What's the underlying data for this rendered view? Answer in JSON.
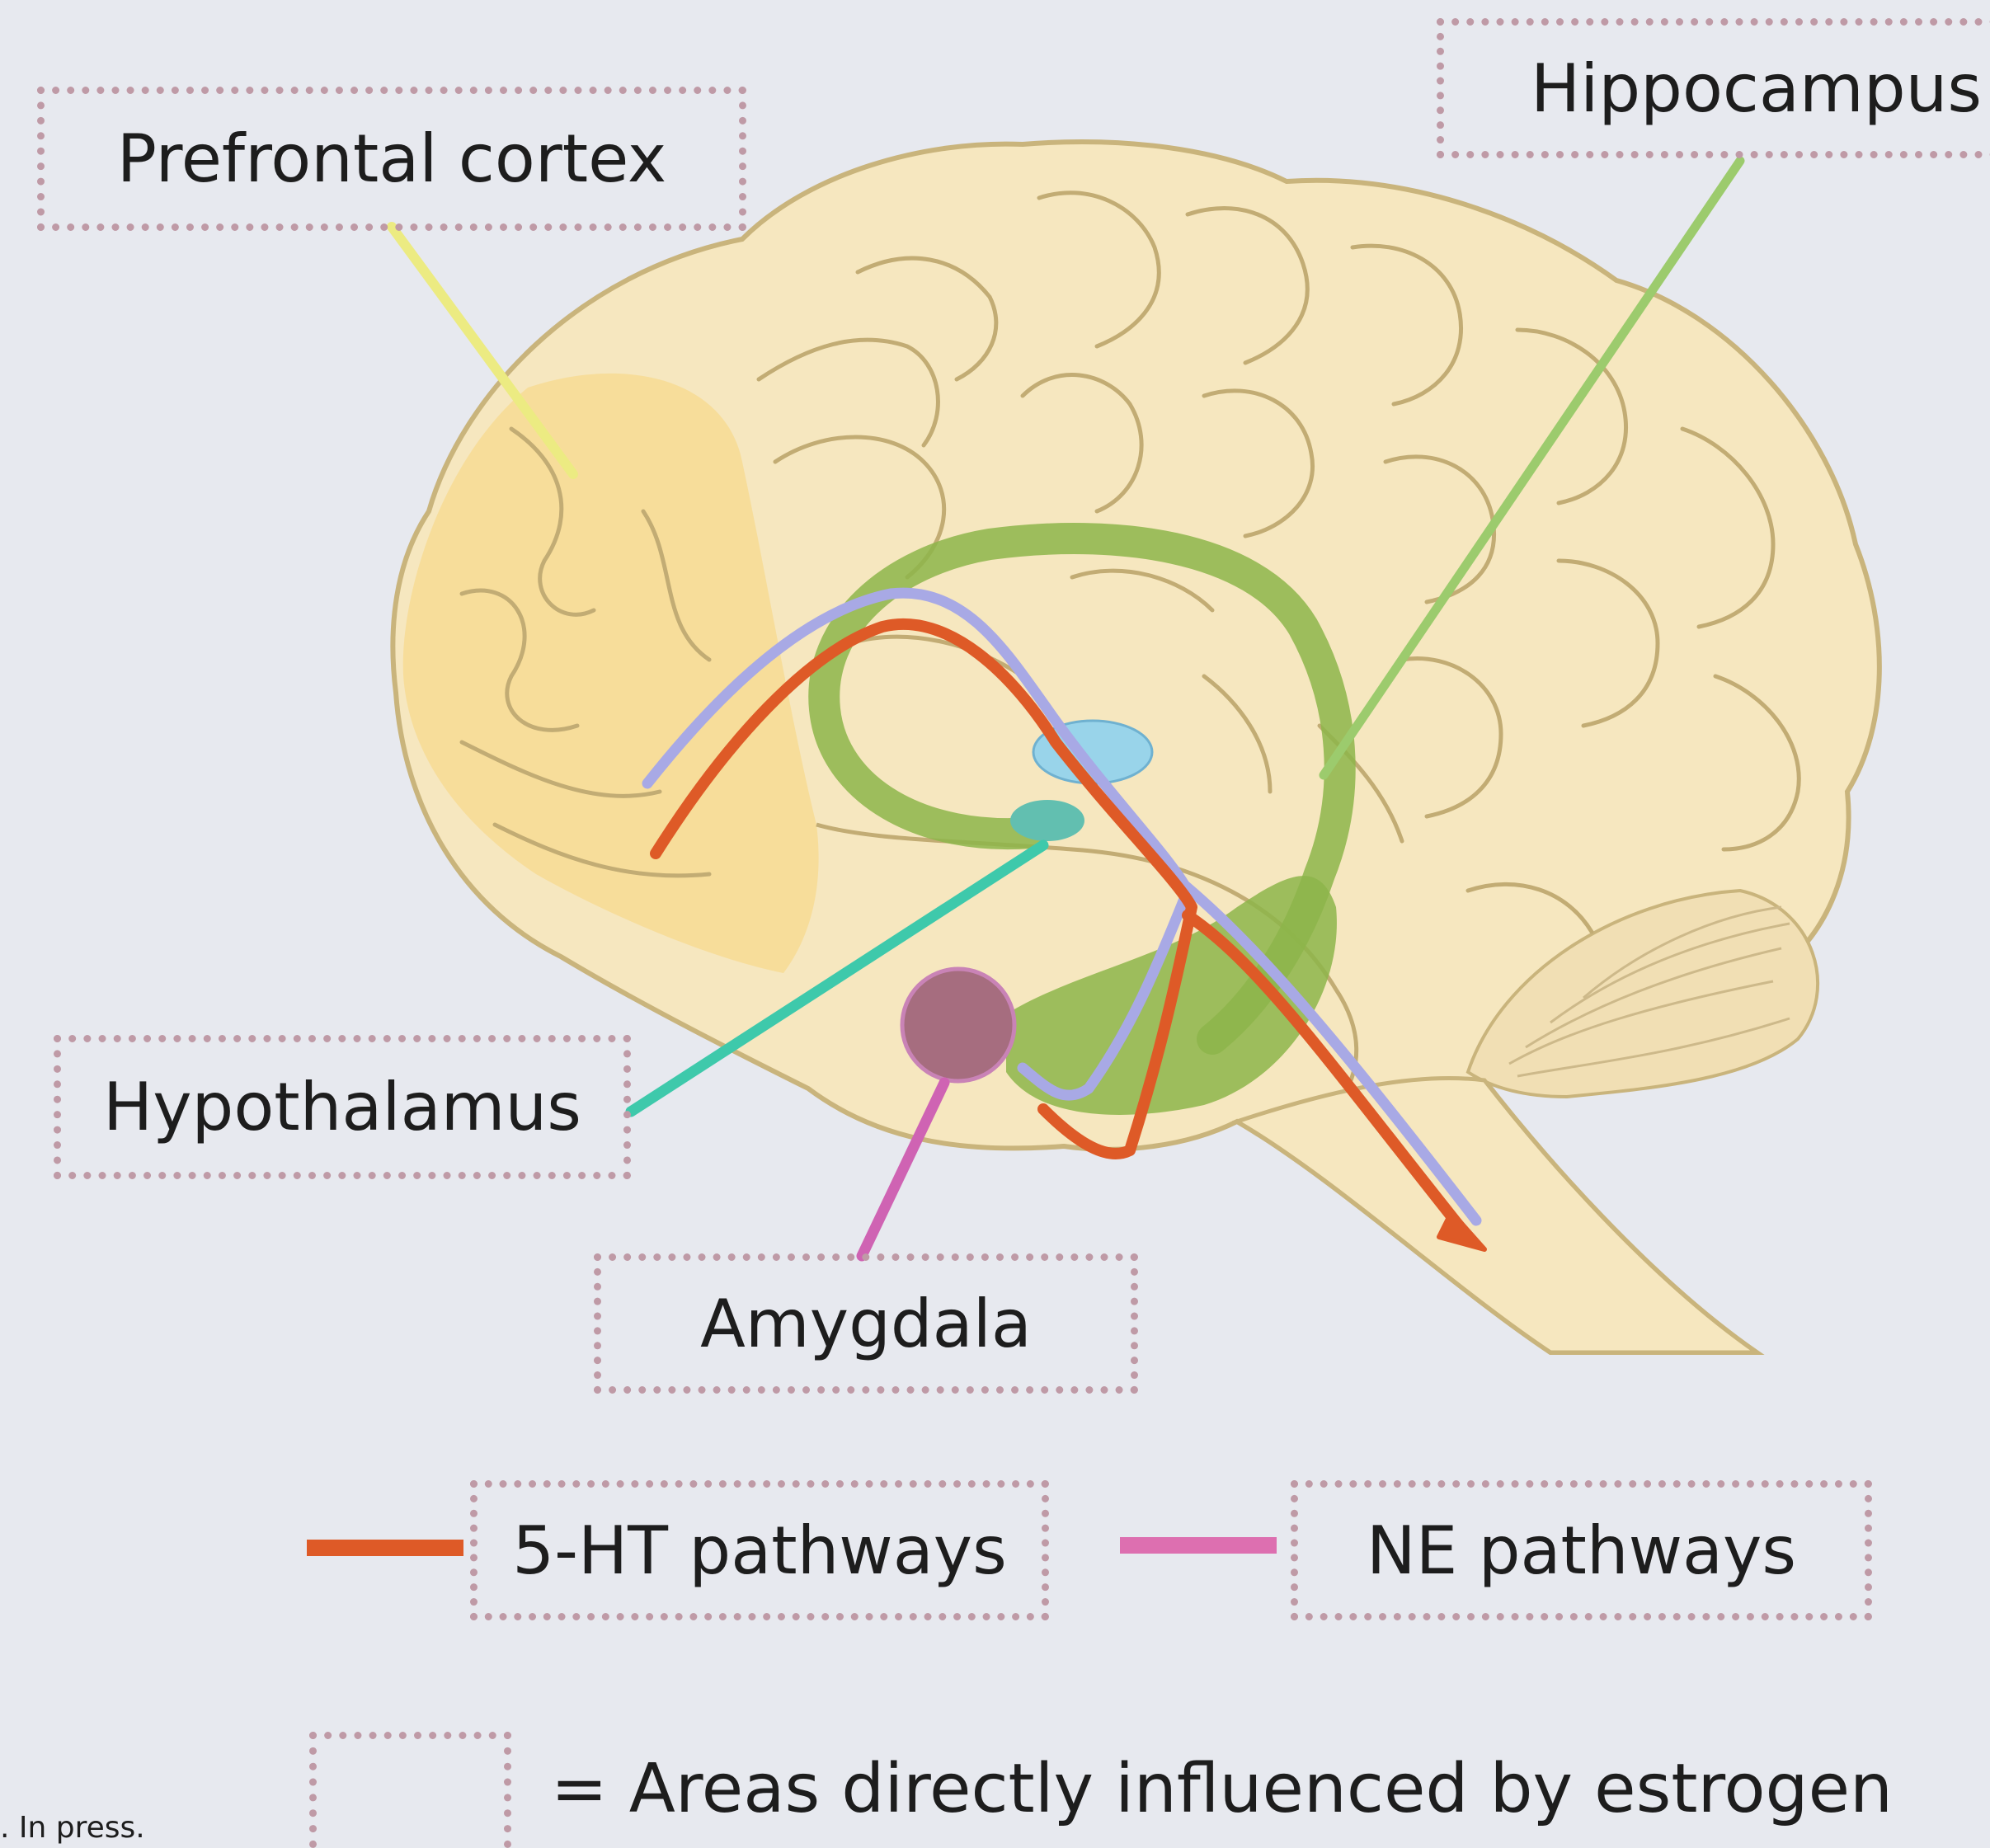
{
  "labels": {
    "prefrontal": "Prefrontal cortex",
    "hippocampus": "Hippocampus",
    "hypothalamus": "Hypothalamus",
    "amygdala": "Amygdala"
  },
  "legend": {
    "serotonin": "5-HT pathways",
    "norepinephrine": "NE pathways",
    "estrogen_note": "= Areas directly influenced by estrogen"
  },
  "citation": ". In press.",
  "colors": {
    "background": "#e7e9ef",
    "brain": "#f6e7bf",
    "prefrontal_region": "#f7dc96",
    "limbic": "#8db54a",
    "serotonin_pathway": "#de5a27",
    "ne_pathway_legend": "#dd6fb0",
    "ne_pathway_brain": "#a8a9e5",
    "hypothalamus_line": "#3ec9ab",
    "hippocampus_line": "#9ccb6d",
    "prefrontal_line": "#eceb82",
    "amygdala_body": "#a66d7f",
    "amygdala_line": "#cf63b3",
    "box_border": "#bf9aa6"
  }
}
